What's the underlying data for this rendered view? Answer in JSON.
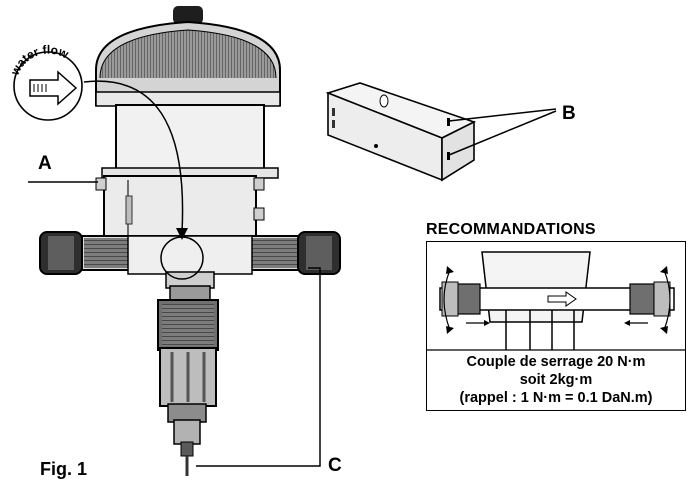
{
  "labels": {
    "a": "A",
    "b": "B",
    "c": "C",
    "figure": "Fig. 1"
  },
  "flow_badge": {
    "text": "water flow"
  },
  "recommendations": {
    "title": "RECOMMANDATIONS",
    "lines": [
      "Couple de serrage 20 N·m",
      "soit 2kg·m",
      "(rappel : 1 N·m = 0.1 DaN.m)"
    ]
  },
  "colors": {
    "ink": "#000000",
    "body_light": "#efefef",
    "cap_gray": "#c9c9c9",
    "fitting_dark": "#3a3a3a",
    "fitting_mid": "#8a8a8a"
  }
}
